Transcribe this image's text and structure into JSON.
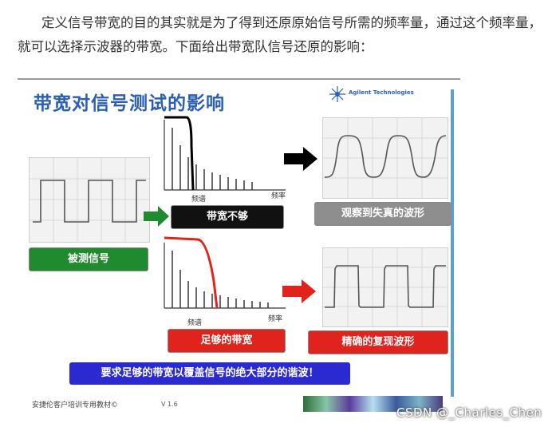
{
  "intro_text": "定义信号带宽的目的其实就是为了得到还原原始信号所需的频率量，通过这个频率量，就可以选择示波器的带宽。下面给出带宽队信号还原的影响：",
  "slide": {
    "title": "带宽对信号测试的影响",
    "logo_text": "Agilent Technologies",
    "label_measured": "被测信号",
    "label_insufficient": "带宽不够",
    "label_distorted": "观察到失真的波形",
    "label_sufficient": "足够的带宽",
    "label_accurate": "精确的复现波形",
    "spectrum_label": "频谱",
    "frequency_label": "频率",
    "banner": "要求足够的带宽以覆盖信号的绝大部分的谐波！",
    "footer": "安捷伦客户培训专用教材©",
    "version": "V 1.6"
  },
  "watermark": "CSDN @_Charles_Chen",
  "colors": {
    "title": "#2b5fb5",
    "green": "#1f8a2e",
    "red": "#e0231c",
    "banner": "#2a2ad0"
  }
}
